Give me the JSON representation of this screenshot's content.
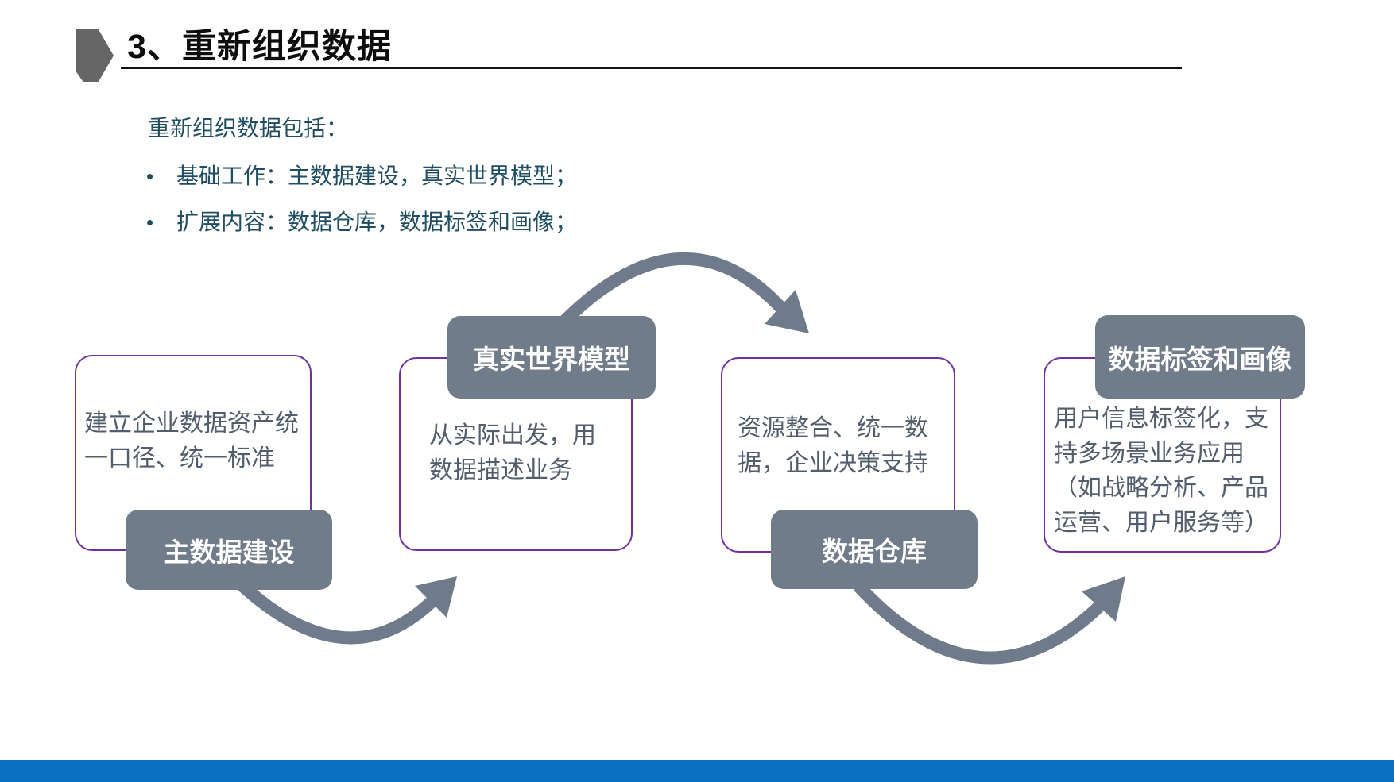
{
  "slide": {
    "title": "3、重新组织数据",
    "intro": "重新组织数据包括：",
    "bullets": [
      {
        "marker": "•",
        "text": "基础工作：主数据建设，真实世界模型；"
      },
      {
        "marker": "•",
        "text": "扩展内容：数据仓库，数据标签和画像；"
      }
    ]
  },
  "diagram": {
    "steps": [
      {
        "label": "主数据建设",
        "label_position": "bottom",
        "description": "建立企业数据资产统\n一口径、统一标准"
      },
      {
        "label": "真实世界模型",
        "label_position": "top",
        "description": "从实际出发，用\n数据描述业务"
      },
      {
        "label": "数据仓库",
        "label_position": "bottom",
        "description": "资源整合、统一数\n据，企业决策支持"
      },
      {
        "label": "数据标签和画像",
        "label_position": "top",
        "description": "用户信息标签化，支\n持多场景业务应用\n（如战略分析、产品\n运营、用户服务等）"
      }
    ],
    "flow": "主数据建设 → 真实世界模型 → 数据仓库 → 数据标签和画像"
  },
  "colors": {
    "label_gray": "#717c8b",
    "arrow_gray": "#6f7b8a",
    "box_border_purple": "#7030a0",
    "bullet_navy": "#1f4e63",
    "description_gray_blue": "#525e6d",
    "footer_blue": "#0b70c0",
    "title_black": "#0d0d0d",
    "marker_gray": "#666666"
  }
}
